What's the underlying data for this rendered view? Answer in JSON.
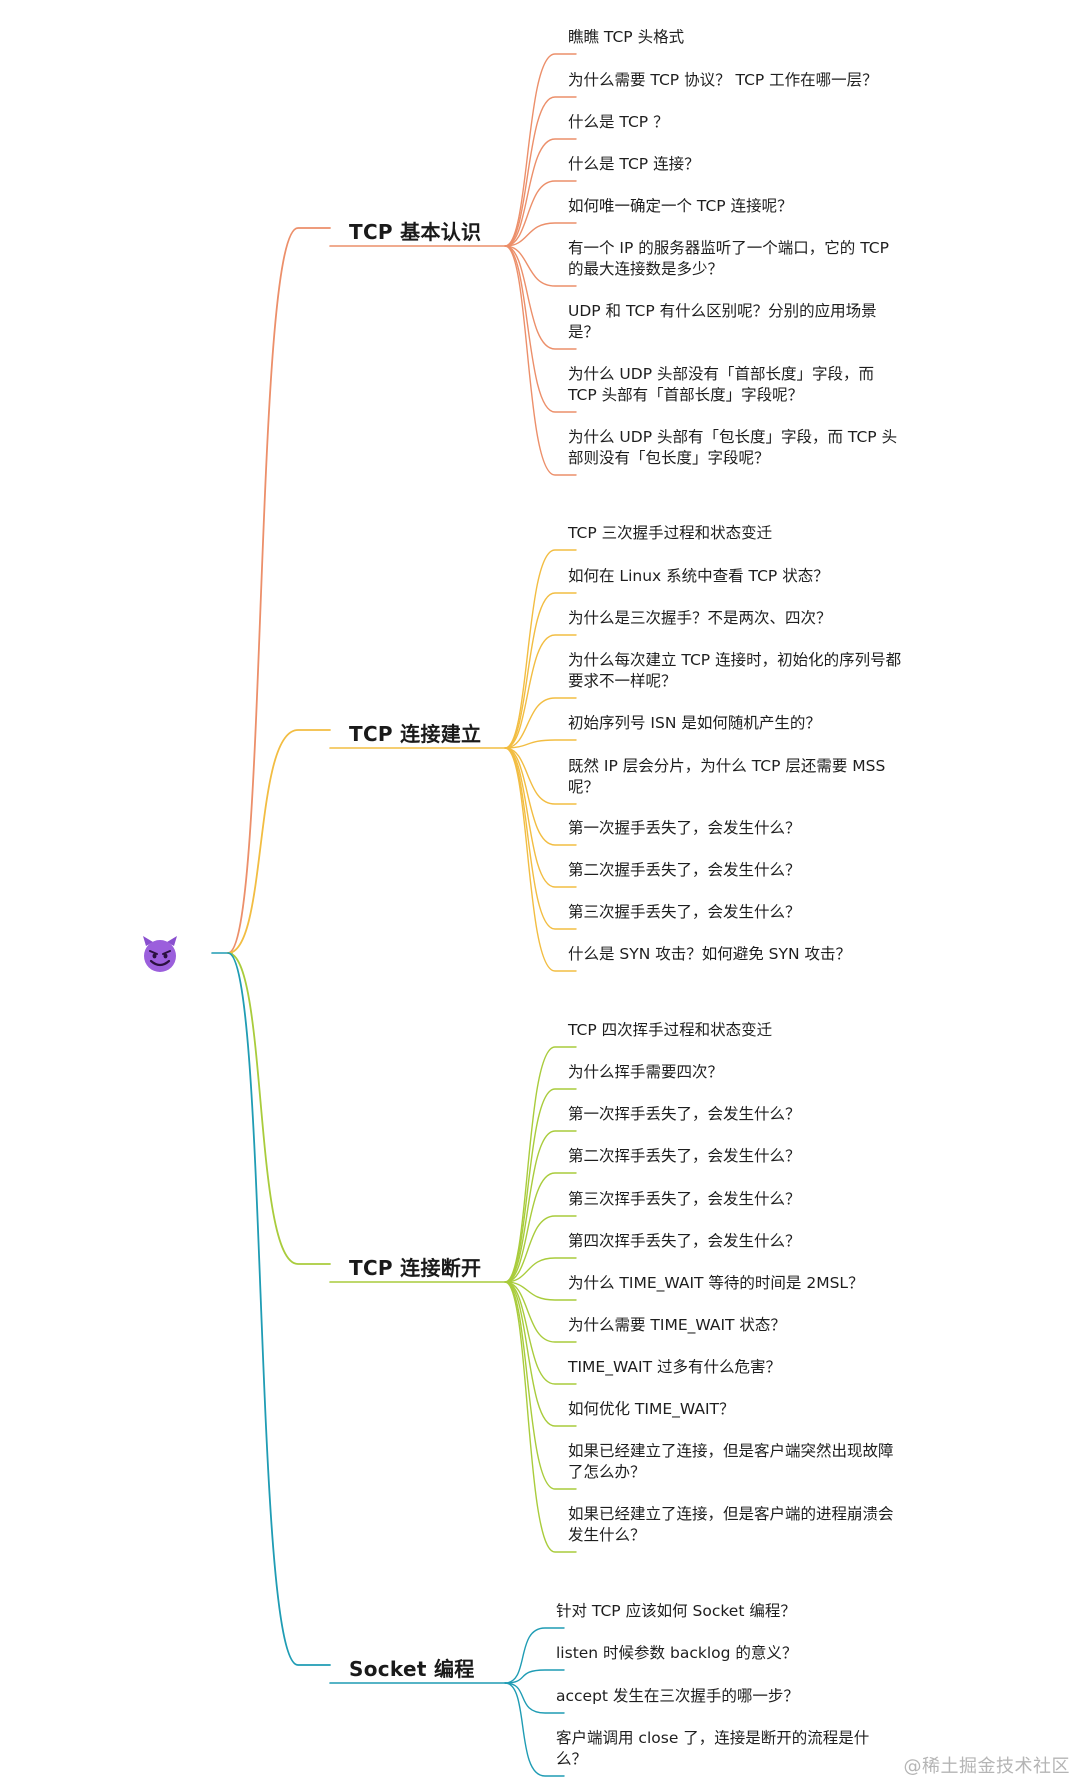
{
  "colors": {
    "branch_1": "#ec8f6a",
    "branch_2": "#f2bd42",
    "branch_3": "#a9cc3c",
    "branch_4": "#1f9cb4",
    "root_icon": "#8a4fcf"
  },
  "root": {
    "icon": "smiling-face-with-horns-icon"
  },
  "branches": [
    {
      "label": "TCP 基本认识",
      "items": [
        [
          "瞧瞧 TCP 头格式"
        ],
        [
          "为什么需要 TCP 协议？ TCP 工作在哪一层？"
        ],
        [
          "什么是 TCP ？"
        ],
        [
          "什么是 TCP 连接？"
        ],
        [
          "如何唯一确定一个 TCP 连接呢？"
        ],
        [
          "有一个 IP 的服务器监听了一个端口，它的 TCP",
          "的最大连接数是多少？"
        ],
        [
          "UDP 和 TCP 有什么区别呢？分别的应用场景",
          "是？"
        ],
        [
          "为什么 UDP 头部没有「首部长度」字段，而",
          "TCP 头部有「首部长度」字段呢？"
        ],
        [
          "为什么 UDP 头部有「包长度」字段，而 TCP 头",
          "部则没有「包长度」字段呢？"
        ]
      ]
    },
    {
      "label": "TCP 连接建立",
      "items": [
        [
          "TCP 三次握手过程和状态变迁"
        ],
        [
          "如何在 Linux 系统中查看 TCP 状态？"
        ],
        [
          "为什么是三次握手？不是两次、四次？"
        ],
        [
          "为什么每次建立 TCP 连接时，初始化的序列号都",
          "要求不一样呢？"
        ],
        [
          "初始序列号 ISN 是如何随机产生的？"
        ],
        [
          "既然 IP 层会分片，为什么 TCP 层还需要 MSS",
          "呢？"
        ],
        [
          "第一次握手丢失了，会发生什么？"
        ],
        [
          "第二次握手丢失了，会发生什么？"
        ],
        [
          "第三次握手丢失了，会发生什么？"
        ],
        [
          "什么是 SYN 攻击？如何避免 SYN 攻击？"
        ]
      ]
    },
    {
      "label": "TCP 连接断开",
      "items": [
        [
          "TCP 四次挥手过程和状态变迁"
        ],
        [
          "为什么挥手需要四次？"
        ],
        [
          "第一次挥手丢失了，会发生什么？"
        ],
        [
          "第二次挥手丢失了，会发生什么？"
        ],
        [
          "第三次挥手丢失了，会发生什么？"
        ],
        [
          "第四次挥手丢失了，会发生什么？"
        ],
        [
          "为什么 TIME_WAIT 等待的时间是 2MSL？"
        ],
        [
          "为什么需要 TIME_WAIT 状态？"
        ],
        [
          "TIME_WAIT 过多有什么危害？"
        ],
        [
          "如何优化 TIME_WAIT？"
        ],
        [
          "如果已经建立了连接，但是客户端突然出现故障",
          "了怎么办？"
        ],
        [
          "如果已经建立了连接，但是客户端的进程崩溃会",
          "发生什么？"
        ]
      ]
    },
    {
      "label": "Socket 编程",
      "items": [
        [
          "针对 TCP 应该如何 Socket 编程？"
        ],
        [
          "listen 时候参数 backlog 的意义？"
        ],
        [
          "accept 发生在三次握手的哪一步？"
        ],
        [
          "客户端调用 close 了，连接是断开的流程是什",
          "么？"
        ]
      ]
    }
  ],
  "watermark": "@稀土掘金技术社区"
}
